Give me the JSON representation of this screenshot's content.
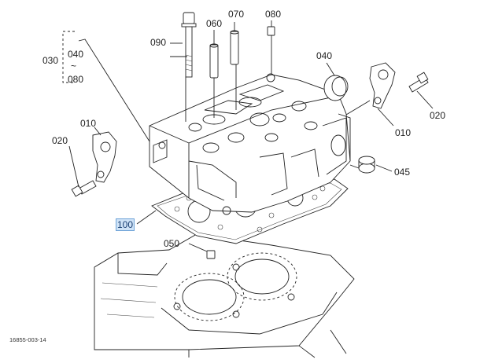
{
  "diagram": {
    "drawing_number": "16855-003-14",
    "highlight_color": "#cfe3f7",
    "callouts": [
      {
        "id": "030",
        "text": "030"
      },
      {
        "id": "040a",
        "text": "040"
      },
      {
        "id": "range_sep",
        "text": "~"
      },
      {
        "id": "080a",
        "text": "080"
      },
      {
        "id": "090",
        "text": "090"
      },
      {
        "id": "060",
        "text": "060"
      },
      {
        "id": "070",
        "text": "070"
      },
      {
        "id": "080b",
        "text": "080"
      },
      {
        "id": "040b",
        "text": "040"
      },
      {
        "id": "020a",
        "text": "020"
      },
      {
        "id": "010a",
        "text": "010"
      },
      {
        "id": "010b",
        "text": "010"
      },
      {
        "id": "020b",
        "text": "020"
      },
      {
        "id": "045",
        "text": "045"
      },
      {
        "id": "100",
        "text": "100"
      },
      {
        "id": "050",
        "text": "050"
      }
    ]
  }
}
